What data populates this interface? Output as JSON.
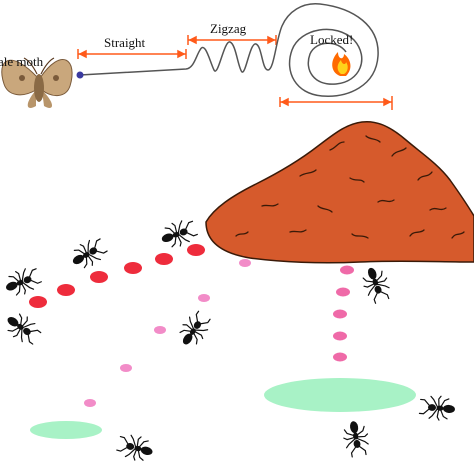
{
  "labels": {
    "moth": "ale moth",
    "straight": "Straight",
    "zigzag": "Zigzag",
    "locked": "Locked!"
  },
  "icons": [
    "moth-icon",
    "flame-icon",
    "ant-icon",
    "ant-mound"
  ],
  "colors": {
    "path": "#ff5a1a",
    "mound": "#d65a2c",
    "pheromone_strong": "#ee2c3c",
    "pheromone_weak": "#f28cc8",
    "pool": "#a8f2c6",
    "flame": "#ff6a00"
  }
}
